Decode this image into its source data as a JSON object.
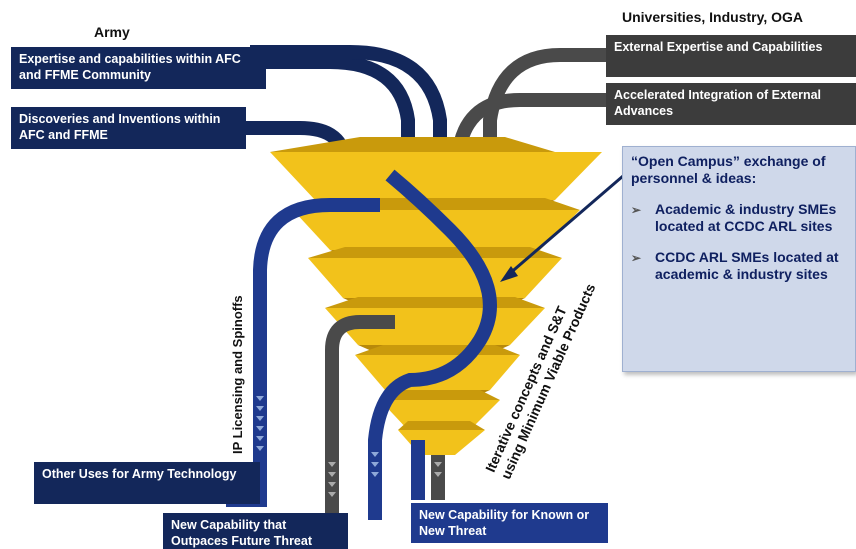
{
  "headers": {
    "left": "Army",
    "right": "Universities, Industry, OGA"
  },
  "inputs_left": [
    "Expertise and capabilities within AFC and FFME Community",
    "Discoveries and Inventions within AFC and FFME"
  ],
  "inputs_right": [
    "External Expertise and Capabilities",
    "Accelerated Integration of External Advances"
  ],
  "callout": {
    "title": "“Open Campus” exchange of personnel & ideas:",
    "items": [
      "Academic & industry SMEs located at CCDC ARL sites",
      "CCDC ARL SMEs located at academic & industry sites"
    ]
  },
  "side_label": "IP Licensing and Spinoffs",
  "diagonal_label_line1": "Iterative concepts and S&T",
  "diagonal_label_line2": "using Minimum Viable Products",
  "outputs": {
    "other_uses": "Other Uses for Army Technology",
    "outpaces": "New Capability that Outpaces Future Threat",
    "known_threat": "New Capability for Known or New Threat"
  },
  "colors": {
    "navy": "#13275a",
    "dark_grey": "#3c3c3c",
    "gold": "#f2c21b",
    "gold_dark": "#c99a0c",
    "blue": "#1f3a8e",
    "callout_bg": "#cfd8ea"
  }
}
